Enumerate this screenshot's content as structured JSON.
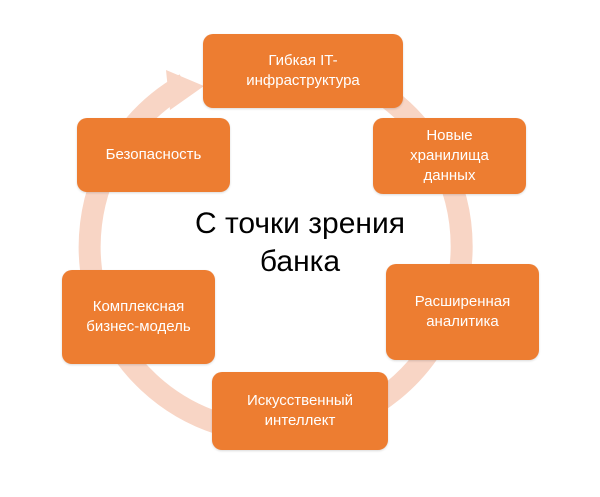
{
  "center": {
    "label": "С точки зрения\nбанка"
  },
  "nodes": [
    {
      "label": "Гибкая IT-\nинфраструктура"
    },
    {
      "label": "Новые\nхранилища\nданных"
    },
    {
      "label": "Расширенная\nаналитика"
    },
    {
      "label": "Искусственный\nинтеллект"
    },
    {
      "label": "Комплексная\nбизнес-модель"
    },
    {
      "label": "Безопасность"
    }
  ],
  "colors": {
    "node_fill": "#ed7d31",
    "node_text": "#ffffff",
    "ring": "#f8d5c5"
  }
}
